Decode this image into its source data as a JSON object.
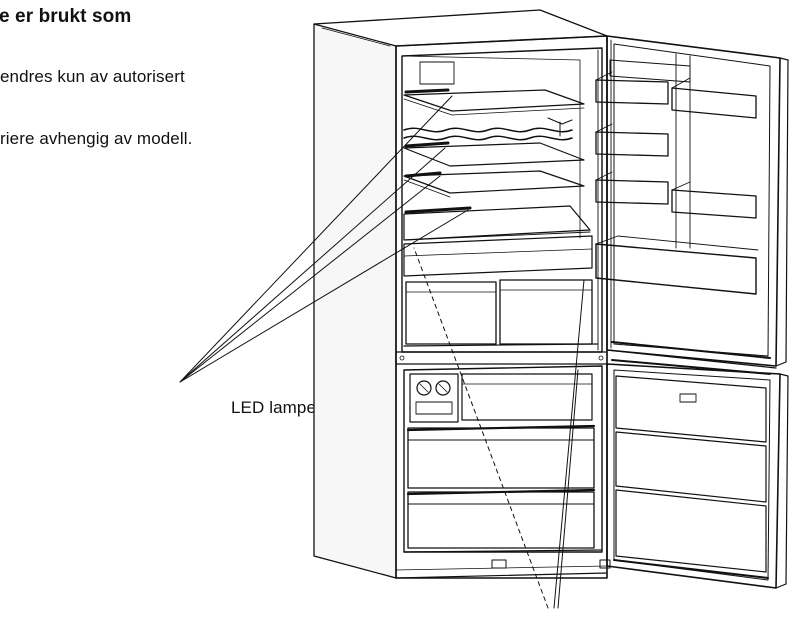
{
  "text": {
    "heading": "e er brukt som",
    "line1": "endres kun av autorisert",
    "line2": "riere avhengig av modell.",
    "led_label": "LED lampestripe"
  },
  "colors": {
    "ink": "#111111",
    "background": "#ffffff"
  }
}
